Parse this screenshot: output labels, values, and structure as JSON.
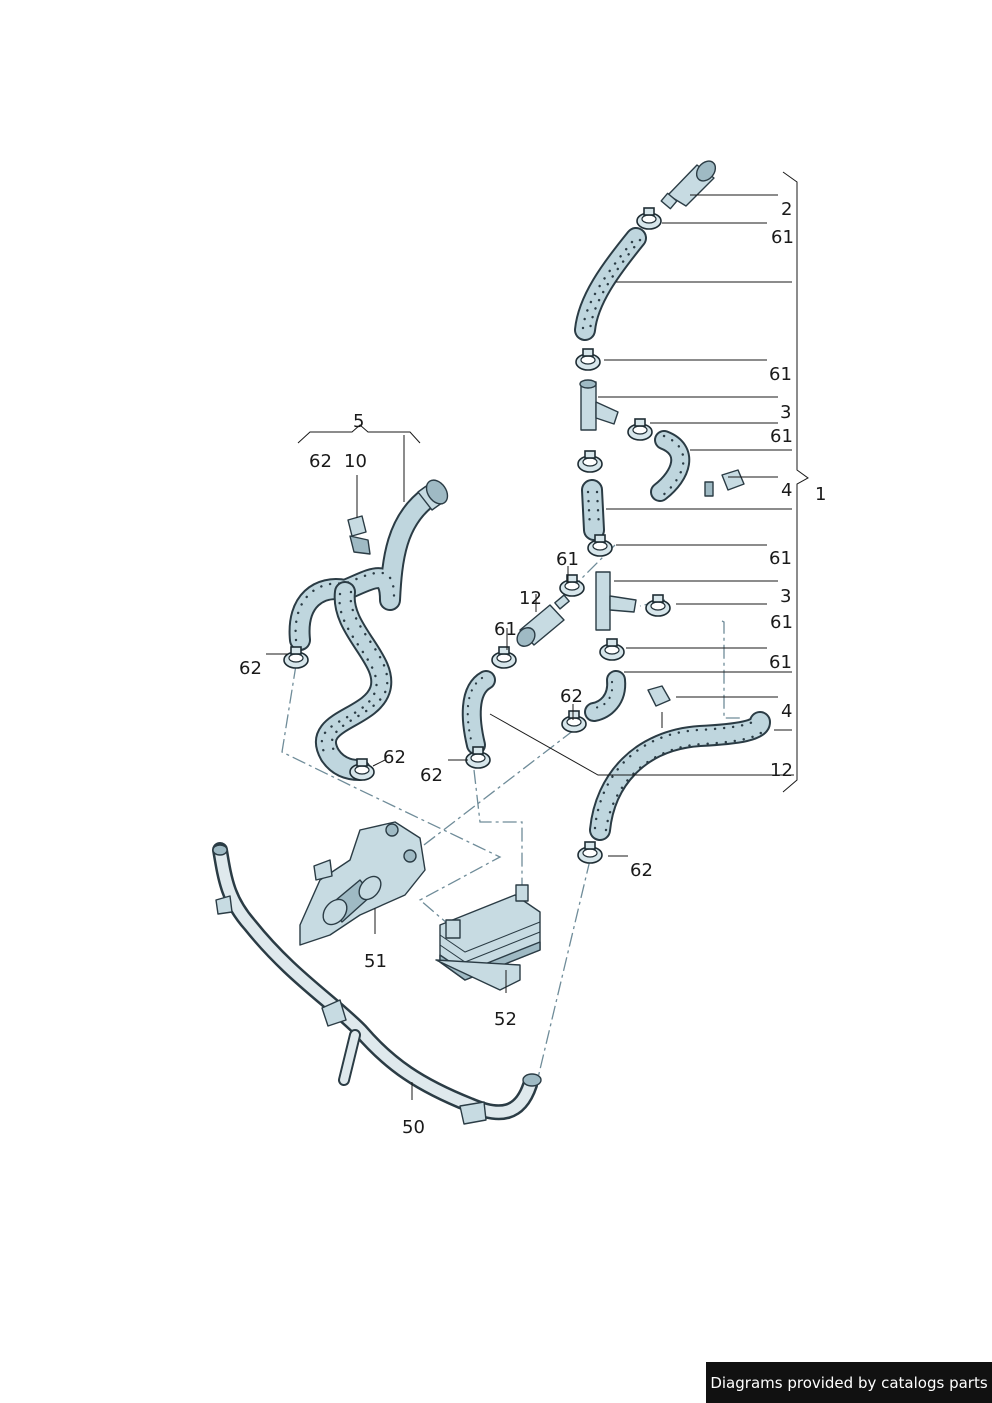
{
  "callouts": {
    "c1": "1",
    "c2": "2",
    "c3a": "3",
    "c3b": "3",
    "c4a": "4",
    "c4b": "4",
    "c5": "5",
    "c10": "10",
    "c12a": "12",
    "c12b": "12",
    "c50": "50",
    "c51": "51",
    "c52": "52",
    "c61a": "61",
    "c61b": "61",
    "c61c": "61",
    "c61d": "61",
    "c61e": "61",
    "c61f": "61",
    "c61g": "61",
    "c61h": "61",
    "c62a": "62",
    "c62b": "62",
    "c62c": "62",
    "c62d": "62",
    "c62e": "62",
    "c62f": "62"
  },
  "credit": {
    "text": "Diagrams provided by catalogs parts"
  },
  "colors": {
    "line": "#1a1a1a",
    "part_fill": "#c7dbe2",
    "part_stroke": "#2b3c45",
    "dash": "#6f8c99",
    "credit_bg": "#111111"
  }
}
